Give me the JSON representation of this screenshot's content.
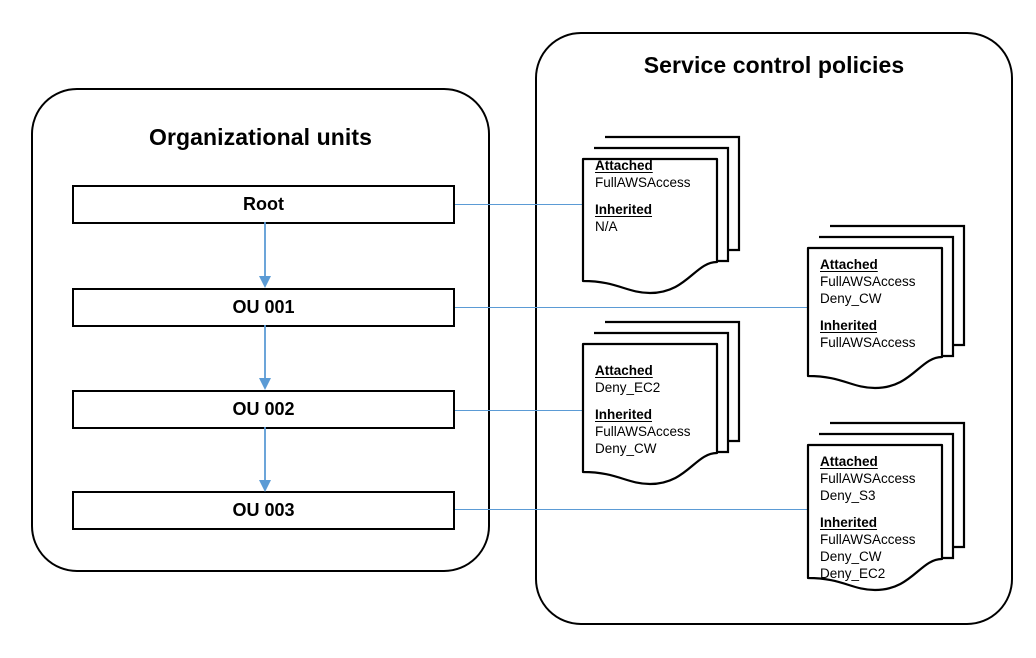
{
  "diagram": {
    "title_left": "Organizational units",
    "title_right": "Service control policies"
  },
  "org_units": [
    {
      "id": "root",
      "label": "Root"
    },
    {
      "id": "ou001",
      "label": "OU 001"
    },
    {
      "id": "ou002",
      "label": "OU 002"
    },
    {
      "id": "ou003",
      "label": "OU 003"
    }
  ],
  "labels": {
    "attached": "Attached",
    "inherited": "Inherited"
  },
  "policies": [
    {
      "id": "policy-root",
      "for_ou": "Root",
      "attached_label": "Attached",
      "attached": [
        "FullAWSAccess"
      ],
      "inherited_label": "Inherited",
      "inherited": [
        "N/A"
      ]
    },
    {
      "id": "policy-ou002",
      "for_ou": "OU 002",
      "attached_label": "Attached",
      "attached": [
        "Deny_EC2"
      ],
      "inherited_label": "Inherited",
      "inherited": [
        "FullAWSAccess",
        "Deny_CW"
      ]
    },
    {
      "id": "policy-ou001",
      "for_ou": "OU 001",
      "attached_label": "Attached",
      "attached": [
        "FullAWSAccess",
        "Deny_CW"
      ],
      "inherited_label": "Inherited",
      "inherited": [
        "FullAWSAccess"
      ]
    },
    {
      "id": "policy-ou003",
      "for_ou": "OU 003",
      "attached_label": "Attached",
      "attached": [
        "FullAWSAccess",
        "Deny_S3"
      ],
      "inherited_label": "Inherited",
      "inherited": [
        "FullAWSAccess",
        "Deny_CW",
        "Deny_EC2"
      ]
    }
  ],
  "colors": {
    "outline": "#000000",
    "connector": "#5B9BD5",
    "arrow": "#5B9BD5",
    "background": "#ffffff"
  }
}
